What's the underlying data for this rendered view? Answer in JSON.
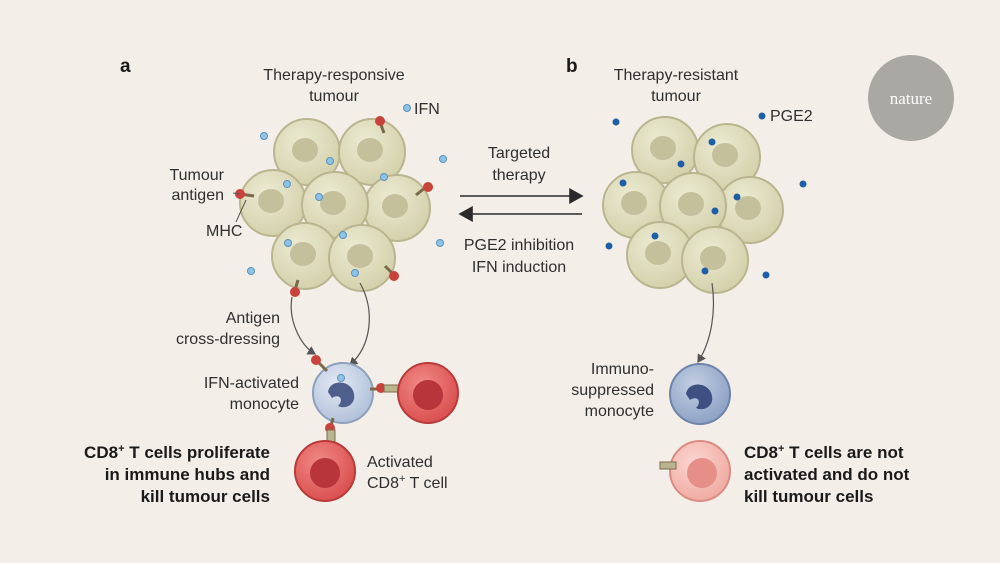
{
  "panels": {
    "a": {
      "letter": "a",
      "title": [
        "Therapy-responsive",
        "tumour"
      ],
      "ifn_label": "IFN",
      "tumour_antigen_label": [
        "Tumour",
        "antigen"
      ],
      "mhc_label": "MHC",
      "cross_dressing_label": [
        "Antigen",
        "cross-dressing"
      ],
      "monocyte_label": [
        "IFN-activated",
        "monocyte"
      ],
      "tcell_label": [
        "Activated",
        "CD8",
        "+",
        " T cell"
      ],
      "outcome": [
        "CD8",
        "+",
        " T cells proliferate",
        "in immune hubs and",
        "kill tumour cells"
      ]
    },
    "b": {
      "letter": "b",
      "title": [
        "Therapy-resistant",
        "tumour"
      ],
      "pge2_label": "PGE2",
      "monocyte_label": [
        "Immuno-",
        "suppressed",
        "monocyte"
      ],
      "outcome": [
        "CD8",
        "+",
        " T cells are not",
        "activated and do not",
        "kill tumour cells"
      ]
    }
  },
  "arrows": {
    "forward_label": [
      "Targeted",
      "therapy"
    ],
    "reverse_label": [
      "PGE2 inhibition",
      "IFN induction"
    ]
  },
  "logo": {
    "text": "nature"
  },
  "colors": {
    "background": "#f3efe8",
    "tumour_cell": "#dcd9b8",
    "tumour_nucleus": "#c2be98",
    "ifn_dot": "#8ec3e6",
    "pge2_dot": "#1f5fa6",
    "mhc_red": "#c9423c",
    "monocyte_active": "#bccbe0",
    "monocyte_suppressed": "#9fb1cf",
    "tcell_active": "#de5b5b",
    "tcell_inactive": "#f2b3ac",
    "logo_circle": "#a9a8a3"
  }
}
